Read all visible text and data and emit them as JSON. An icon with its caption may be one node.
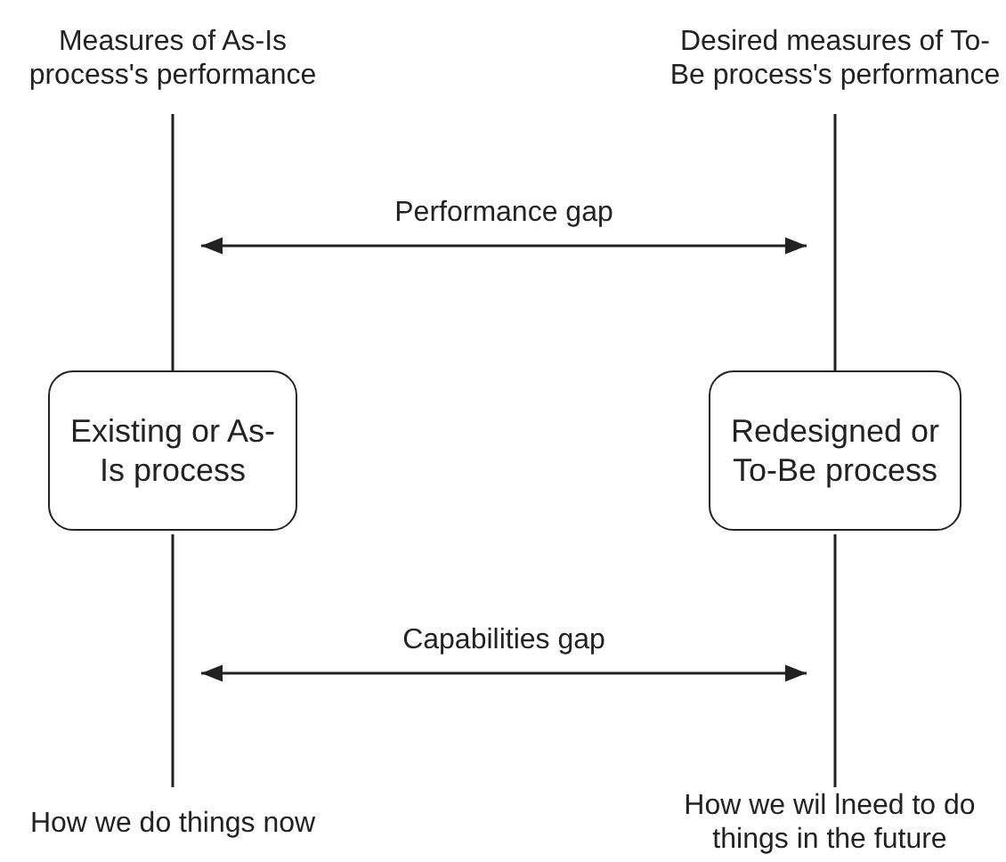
{
  "diagram": {
    "nodes": [
      {
        "text": [
          "Measures of As-Is process's performance"
        ]
      },
      {
        "text": [
          "Existing or As-Is process"
        ]
      },
      {
        "text": [
          "How we do things now"
        ]
      },
      {
        "text": [
          "Desired measures of To-Be process's performance"
        ]
      },
      {
        "text": [
          "Redesigned or To-Be process"
        ]
      },
      {
        "text": [
          "How we wil lneed to do things in the future"
        ]
      }
    ],
    "edges": [
      {
        "from": 0,
        "to": 1,
        "arrow": "none"
      },
      {
        "from": 1,
        "to": 2,
        "arrow": "none"
      },
      {
        "from": 3,
        "to": 4,
        "arrow": "none"
      },
      {
        "from": 4,
        "to": 5,
        "arrow": "none"
      }
    ],
    "labels": [
      "Performance gap",
      "Capabilities gap"
    ]
  }
}
